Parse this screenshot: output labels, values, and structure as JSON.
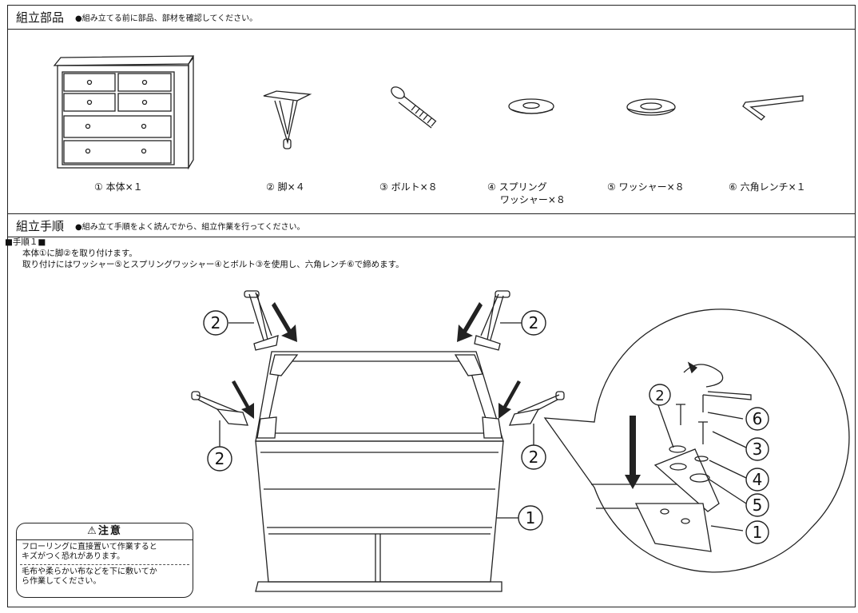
{
  "parts_header": {
    "title": "組立部品",
    "note": "●組み立てる前に部品、部材を確認してください。"
  },
  "parts": [
    {
      "label": "① 本体×１"
    },
    {
      "label": "② 脚×４"
    },
    {
      "label": "③ ボルト×８"
    },
    {
      "label": "④ スプリング\n　 ワッシャー×８"
    },
    {
      "label": "⑤ ワッシャー×８"
    },
    {
      "label": "⑥ 六角レンチ×１"
    }
  ],
  "steps_header": {
    "title": "組立手順",
    "note": "●組み立て手順をよく読んでから、組立作業を行ってください。"
  },
  "step1": {
    "title": "■手順１■",
    "line1": "本体①に脚②を取り付けます。",
    "line2": "取り付けにはワッシャー⑤とスプリングワッシャー④とボルト③を使用し、六角レンチ⑥で締めます。"
  },
  "callouts": {
    "leg": "2",
    "body": "1",
    "bolt": "3",
    "spring": "4",
    "washer": "5",
    "wrench": "6"
  },
  "caution": {
    "title": "⚠注意",
    "line1": "フローリングに直接置いて作業すると",
    "line2": "キズがつく恐れがあります。",
    "line3": "毛布や柔らかい布などを下に敷いてか",
    "line4": "ら作業してください。"
  }
}
